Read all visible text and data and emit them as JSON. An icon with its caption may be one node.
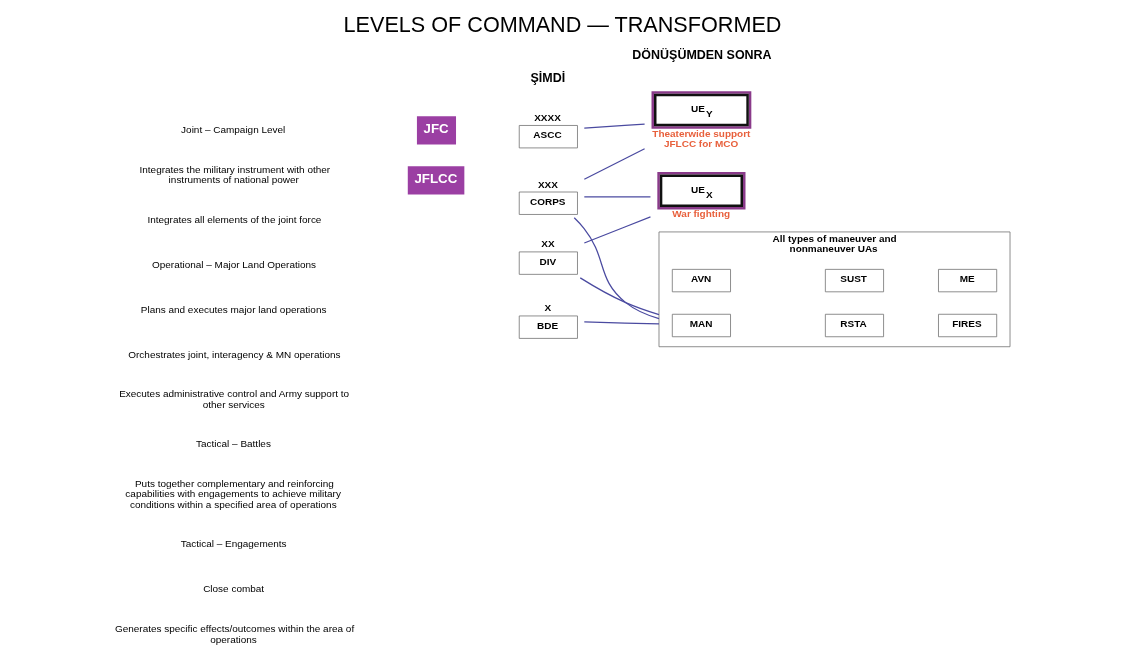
{
  "diagram": {
    "title": "LEVELS OF COMMAND — TRANSFORMED",
    "nodes": [
      {
        "text": [
          "JFC"
        ]
      },
      {
        "text": [
          "JFLCC"
        ]
      },
      {
        "text": [
          "ASCC"
        ],
        "beside": [
          "XXXX"
        ]
      },
      {
        "text": [
          "CORPS"
        ],
        "beside": [
          "XXX"
        ]
      },
      {
        "text": [
          "DIV"
        ],
        "beside": [
          "XX"
        ]
      },
      {
        "text": [
          "BDE"
        ],
        "beside": [
          "X"
        ]
      },
      {
        "text": [
          "UE$_{Y}$"
        ],
        "beside": [
          "Theaterwide support JFLCC for MCO"
        ]
      },
      {
        "text": [
          "UE$_{X}$"
        ],
        "beside": [
          "War fighting"
        ]
      },
      {
        "text": [
          "All types of maneuver and nonmaneuver UAs"
        ]
      },
      {
        "text": [
          "MAN"
        ],
        "in": 8
      },
      {
        "text": [
          "RSTA"
        ],
        "in": 8
      },
      {
        "text": [
          "FIRES"
        ],
        "in": 8
      },
      {
        "text": [
          "AVN"
        ],
        "in": 8
      },
      {
        "text": [
          "SUST"
        ],
        "in": 8
      },
      {
        "text": [
          "ME"
        ],
        "in": 8
      }
    ],
    "edges": [
      {
        "from": 2,
        "to": 6,
        "arrow": "none"
      },
      {
        "from": 3,
        "to": 6,
        "arrow": "none"
      },
      {
        "from": 3,
        "to": 7,
        "arrow": "none"
      },
      {
        "from": 3,
        "to": 8,
        "arrow": "none"
      },
      {
        "from": 4,
        "to": 7,
        "arrow": "none"
      },
      {
        "from": 4,
        "to": 8,
        "arrow": "none"
      },
      {
        "from": 5,
        "to": 8,
        "arrow": "none"
      }
    ],
    "labels": [
      "ŞİMDİ",
      "DÖNÜŞÜMDEN SONRA",
      "Joint – Campaign Level",
      "Integrates the military instrument with other instruments of national power",
      "Integrates all elements of the joint force",
      "Operational – Major Land Operations",
      "Plans and executes major land operations",
      "Orchestrates joint, interagency & MN operations",
      "Executes administrative control and Army support to other services",
      "Tactical – Battles",
      "Puts together complementary and reinforcing capabilities with engagements to achieve military conditions within a specified area of operations",
      "Tactical – Engagements",
      "Close combat",
      "Generates specific effects/outcomes within the area of operations"
    ]
  }
}
